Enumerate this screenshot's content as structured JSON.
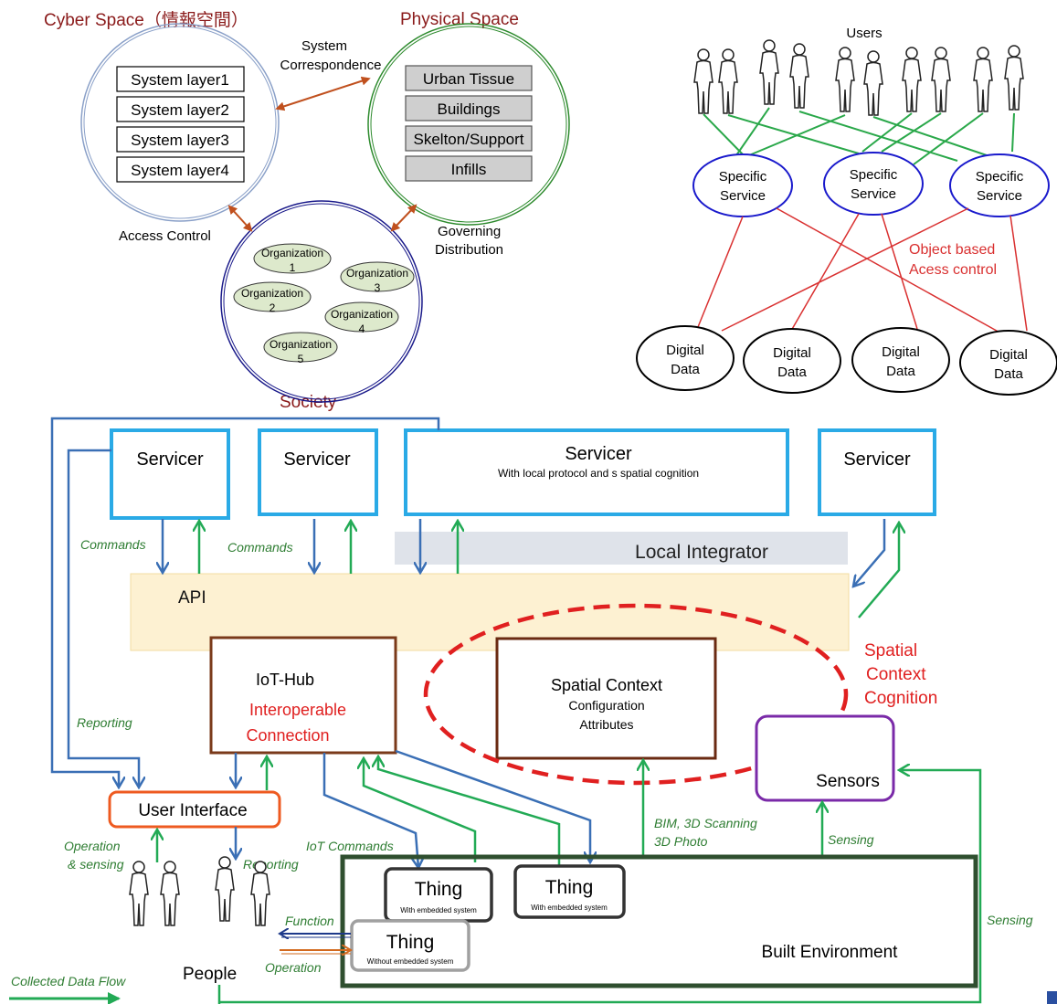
{
  "top_left": {
    "cyber_title": "Cyber Space（情報空間）",
    "physical_title": "Physical Space",
    "society_title": "Society",
    "system_correspondence_1": "System",
    "system_correspondence_2": "Correspondence",
    "access_control": "Access Control",
    "governing_1": "Governing",
    "governing_2": "Distribution",
    "system_layers": [
      "System layer1",
      "System layer2",
      "System layer3",
      "System layer4"
    ],
    "physical_layers": [
      "Urban Tissue",
      "Buildings",
      "Skelton/Support",
      "Infills"
    ],
    "organizations": [
      {
        "name": "Organization",
        "num": "1"
      },
      {
        "name": "Organization",
        "num": "3"
      },
      {
        "name": "Organization",
        "num": "2"
      },
      {
        "name": "Organization",
        "num": "4"
      },
      {
        "name": "Organization",
        "num": "5"
      }
    ],
    "colors": {
      "cyber": "#8a1a1a",
      "physical": "#8a1a1a",
      "physical_circle": "#2e8b2e",
      "society_circle": "#1a1a8a",
      "arrow": "#c0501e",
      "cyber_circle": "#8aa0c8"
    }
  },
  "top_right": {
    "users_label": "Users",
    "services": [
      {
        "line1": "Specific",
        "line2": "Service"
      },
      {
        "line1": "Specific",
        "line2": "Service"
      },
      {
        "line1": "Specific",
        "line2": "Service"
      }
    ],
    "object_based_1": "Object based",
    "object_based_2": "Acess control",
    "digital_data": [
      {
        "line1": "Digital",
        "line2": "Data"
      },
      {
        "line1": "Digital",
        "line2": "Data"
      },
      {
        "line1": "Digital",
        "line2": "Data"
      },
      {
        "line1": "Digital",
        "line2": "Data"
      }
    ]
  },
  "bottom": {
    "servicers": [
      "Servicer",
      "Servicer",
      "Servicer",
      "Servicer"
    ],
    "servicer_sub": "With local protocol and  s spatial cognition",
    "local_integrator": "Local Integrator",
    "api": "API",
    "commands_1": "Commands",
    "commands_2": "Commands",
    "iot_hub": "IoT-Hub",
    "interop_1": "Interoperable",
    "interop_2": "Connection",
    "spatial_context": "Spatial Context",
    "spatial_config": "Configuration",
    "spatial_attr": "Attributes",
    "scc_1": "Spatial",
    "scc_2": "Context",
    "scc_3": "Cognition",
    "sensors": "Sensors",
    "reporting_1": "Reporting",
    "reporting_2": "Reporting",
    "user_interface": "User Interface",
    "operation_sensing_1": "Operation",
    "operation_sensing_2": "& sensing",
    "iot_commands": "IoT Commands",
    "bim_1": "BIM, 3D Scanning",
    "bim_2": "3D Photo",
    "sensing_1": "Sensing",
    "sensing_2": "Sensing",
    "thing": "Thing",
    "thing_embedded": "With embedded system",
    "thing_without": "Without embedded system",
    "function": "Function",
    "operation": "Operation",
    "built_environment": "Built Environment",
    "people": "People",
    "collected_data_flow": "Collected Data Flow"
  }
}
